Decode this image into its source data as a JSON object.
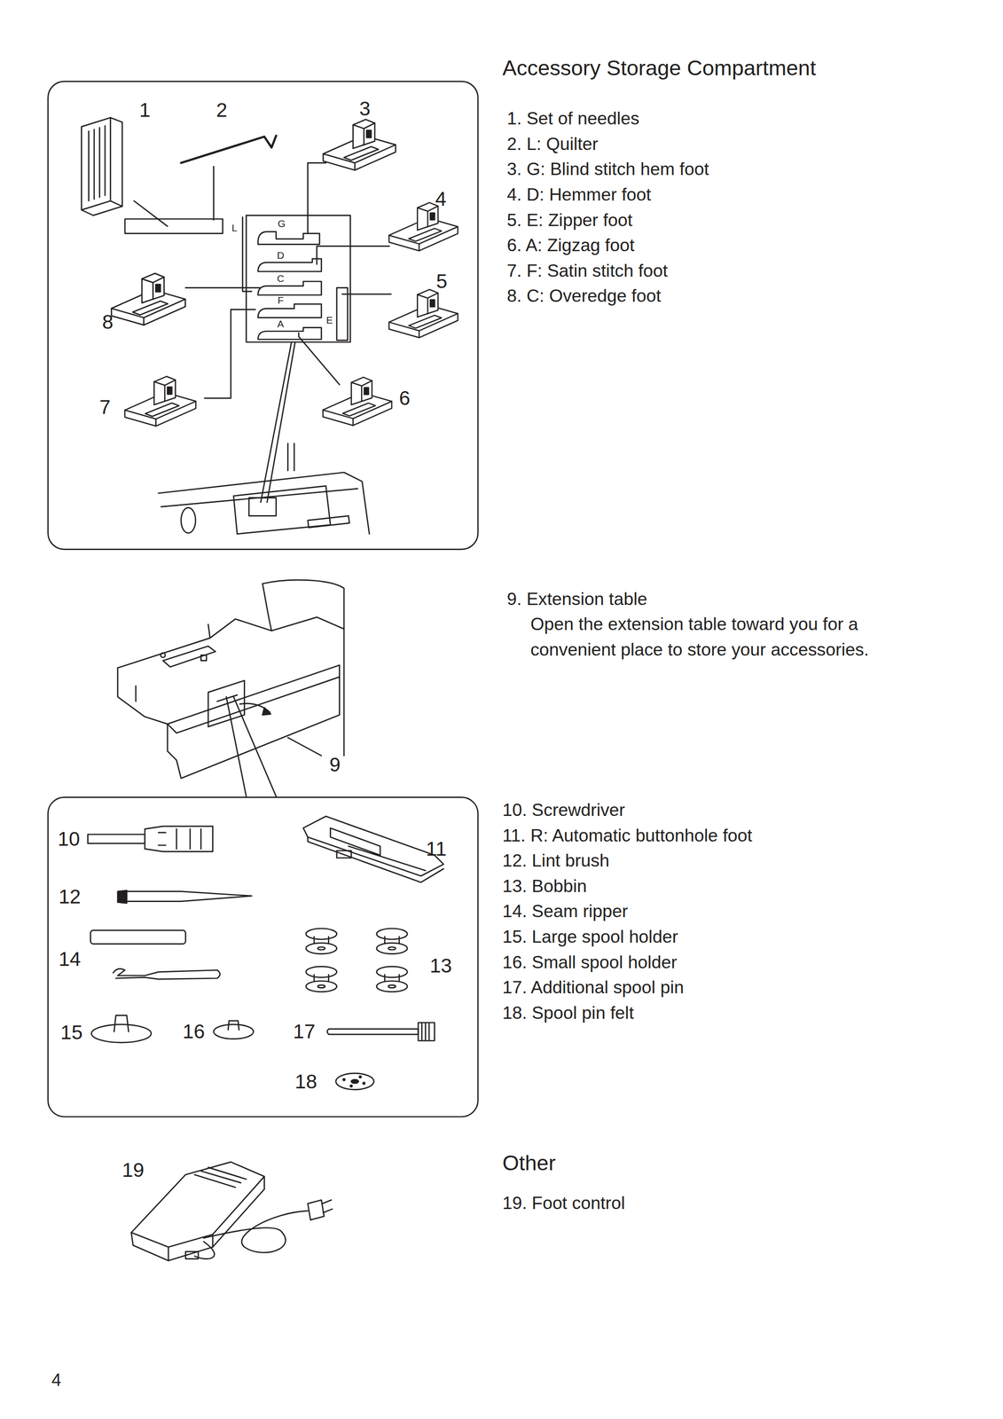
{
  "diagram": {
    "title": "Accessory Storage Compartment",
    "labels": [
      "1",
      "2",
      "3",
      "4",
      "5",
      "6",
      "7",
      "8",
      "G",
      "D",
      "C",
      "F",
      "A",
      "E",
      "L",
      "1. Set of needles",
      "2. L: Quilter",
      "3. G: Blind stitch hem foot",
      "4. D: Hemmer foot",
      "5. E: Zipper foot",
      "6. A: Zigzag foot",
      "7. F: Satin stitch foot",
      "8. C: Overedge foot",
      "9",
      "9. Extension table",
      "Open the extension table toward you for a convenient place to store your accessories.",
      "10",
      "11",
      "12",
      "13",
      "14",
      "15",
      "16",
      "17",
      "18",
      "10. Screwdriver",
      "11. R: Automatic buttonhole foot",
      "12. Lint brush",
      "13. Bobbin",
      "14. Seam ripper",
      "15. Large spool holder",
      "16. Small spool holder",
      "17. Additional spool pin",
      "18. Spool pin felt",
      "Other",
      "19",
      "19. Foot control",
      "4"
    ]
  }
}
